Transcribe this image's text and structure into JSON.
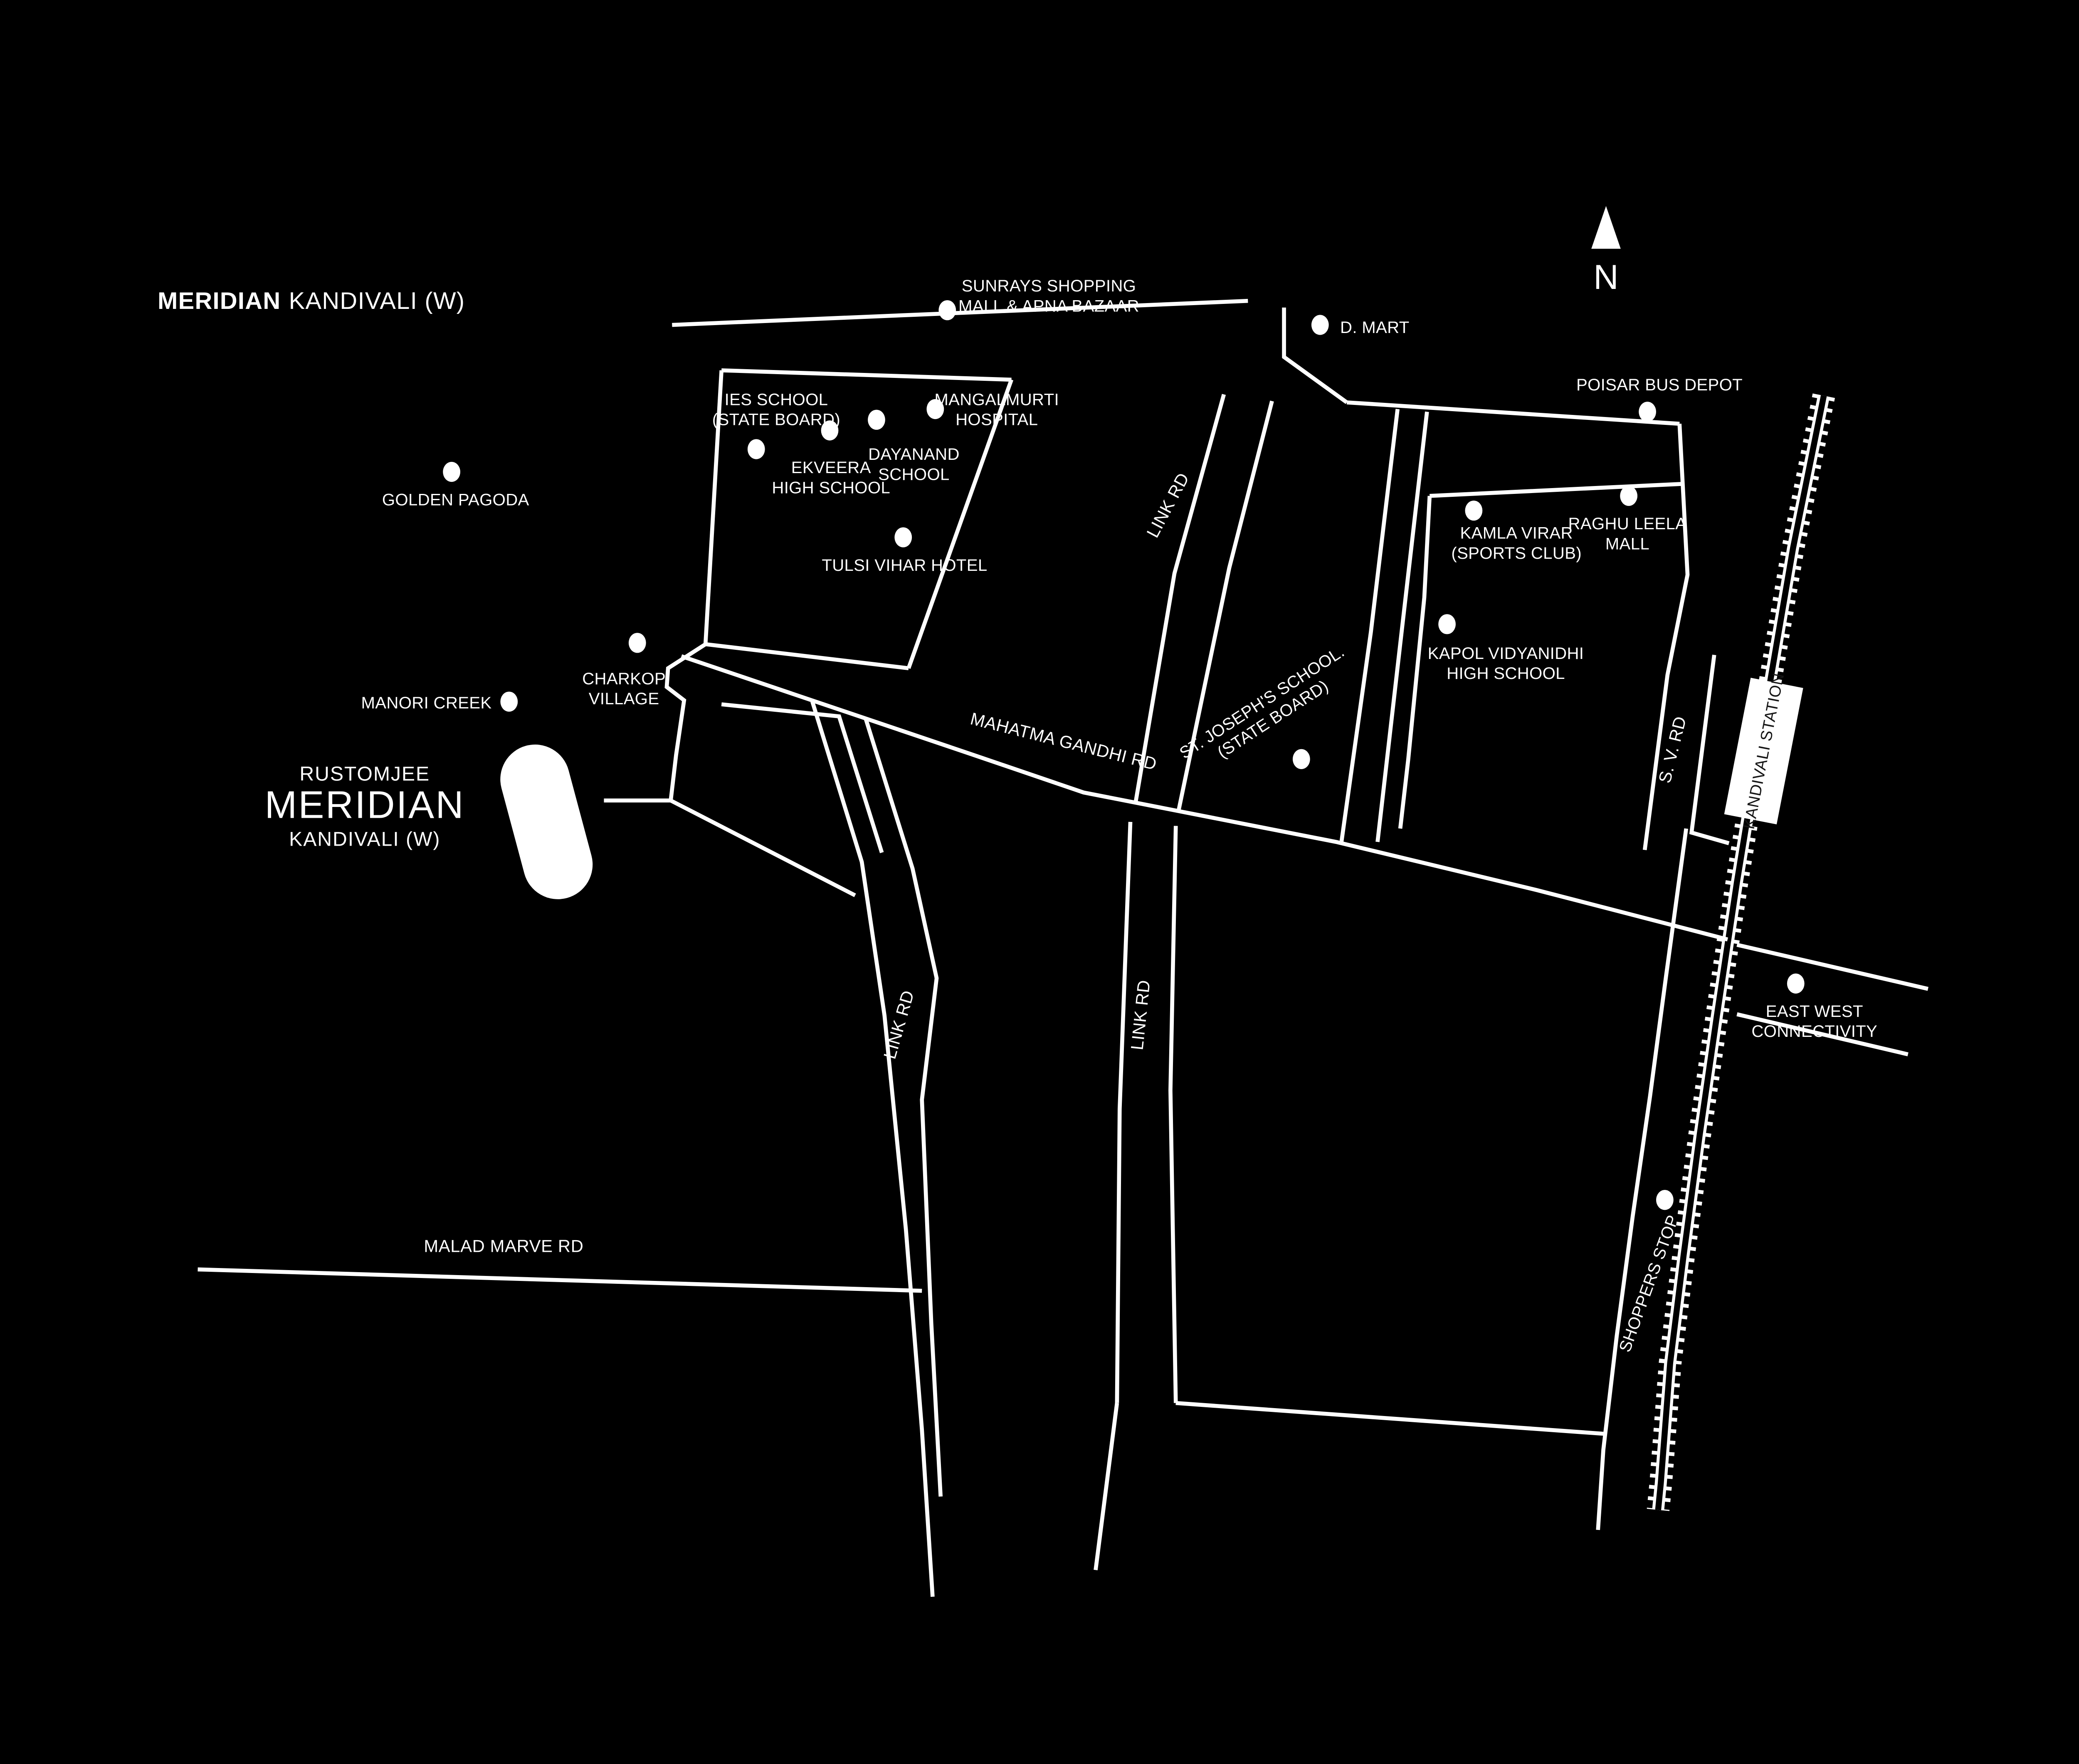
{
  "title": {
    "brand": "MERIDIAN",
    "area": "KANDIVALI (W)"
  },
  "compass": {
    "north": "N"
  },
  "site": {
    "brand": "RUSTOMJEE",
    "name": "MERIDIAN",
    "area": "KANDIVALI (W)"
  },
  "station": {
    "label": "KANDIVALI STATION"
  },
  "colors": {
    "background": "#000000",
    "foreground": "#ffffff",
    "station_text": "#161616"
  },
  "roads": {
    "link_top": "LINK RD",
    "link_left": "LINK RD",
    "link_mid": "LINK RD",
    "mahatma_gandhi": "MAHATMA GANDHI RD",
    "sv": "S. V. RD",
    "malad_marve": "MALAD MARVE RD"
  },
  "pois": {
    "sunrays": {
      "line1": "SUNRAYS SHOPPING",
      "line2": "MALL & APNA BAZAAR"
    },
    "dmart": {
      "line1": "D. MART"
    },
    "poisar": {
      "line1": "POISAR BUS DEPOT"
    },
    "golden_pagoda": {
      "line1": "GOLDEN PAGODA"
    },
    "ies": {
      "line1": "IES SCHOOL",
      "line2": "(STATE BOARD)"
    },
    "mangalmurti": {
      "line1": "MANGALMURTI",
      "line2": "HOSPITAL"
    },
    "ekveera": {
      "line1": "EKVEERA",
      "line2": "HIGH SCHOOL"
    },
    "dayanand": {
      "line1": "DAYANAND",
      "line2": "SCHOOL"
    },
    "tulsi": {
      "line1": "TULSI VIHAR HOTEL"
    },
    "kamla": {
      "line1": "KAMLA VIRAR",
      "line2": "(SPORTS CLUB)"
    },
    "raghu": {
      "line1": "RAGHU LEELA",
      "line2": "MALL"
    },
    "kapol": {
      "line1": "KAPOL VIDYANIDHI",
      "line2": "HIGH SCHOOL"
    },
    "st_joseph": {
      "line1": "ST. JOSEPH'S SCHOOL.",
      "line2": "(STATE BOARD)"
    },
    "charkop": {
      "line1": "CHARKOP",
      "line2": "VILLAGE"
    },
    "manori": {
      "line1": "MANORI CREEK"
    },
    "east_west": {
      "line1": "EAST WEST",
      "line2": "CONNECTIVITY"
    },
    "shoppers": {
      "line1": "SHOPPERS STOP"
    }
  }
}
